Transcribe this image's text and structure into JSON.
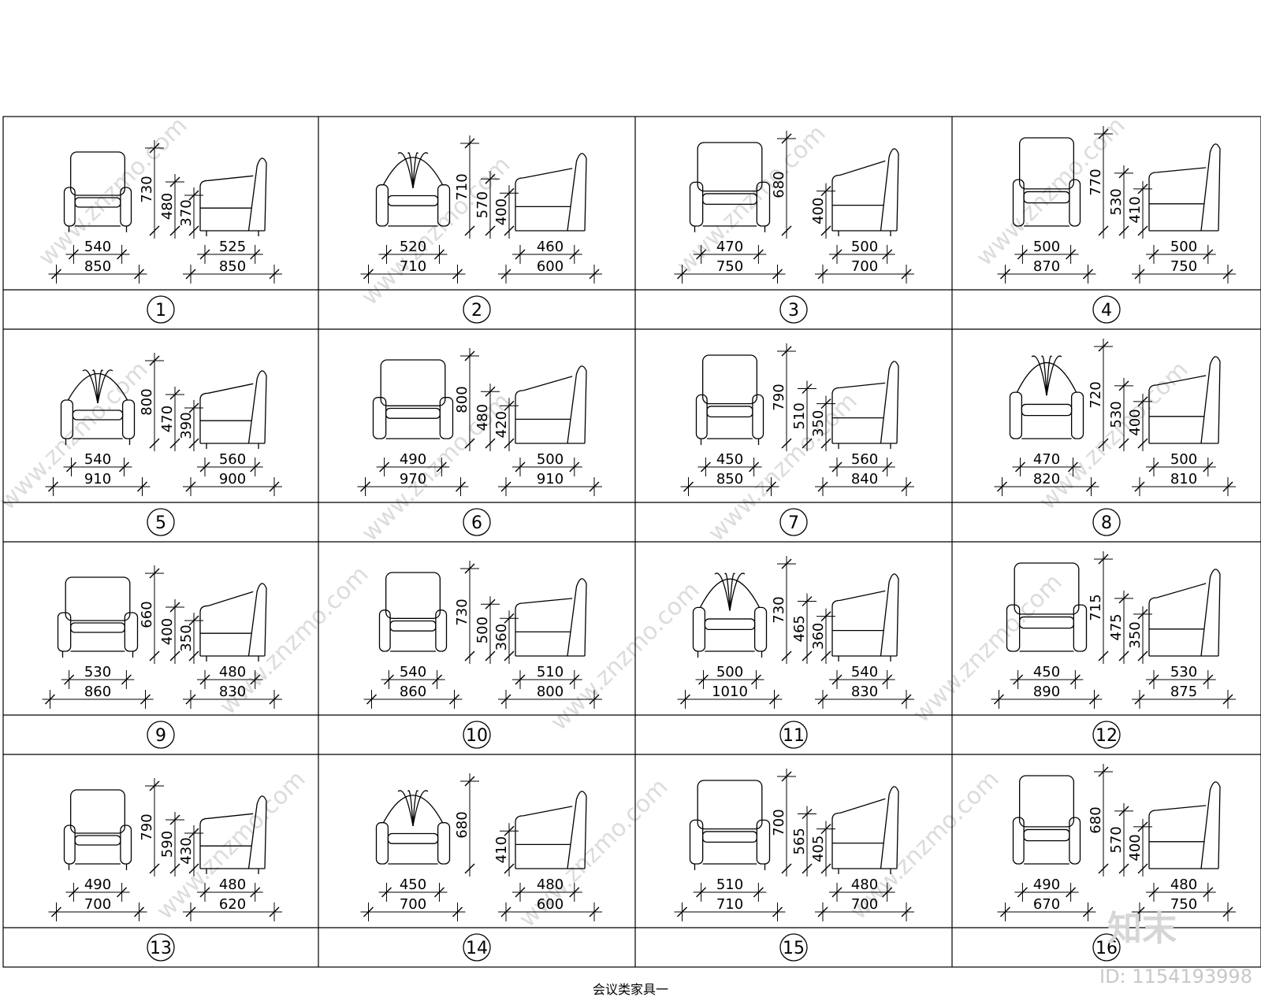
{
  "caption": "会议类家具一",
  "watermark": {
    "site": "www.znzmo.com",
    "brand": "知末",
    "id": "ID: 1154193998"
  },
  "cells": [
    {
      "number": "1",
      "heights": [
        "730",
        "480",
        "370"
      ],
      "front": [
        "540",
        "850"
      ],
      "side": [
        "525",
        "850"
      ]
    },
    {
      "number": "2",
      "heights": [
        "710",
        "570",
        "400"
      ],
      "front": [
        "520",
        "710"
      ],
      "side": [
        "460",
        "600"
      ]
    },
    {
      "number": "3",
      "heights": [
        "680",
        "400"
      ],
      "front": [
        "470",
        "750"
      ],
      "side": [
        "500",
        "700"
      ]
    },
    {
      "number": "4",
      "heights": [
        "770",
        "530",
        "410"
      ],
      "front": [
        "500",
        "870"
      ],
      "side": [
        "500",
        "750"
      ]
    },
    {
      "number": "5",
      "heights": [
        "800",
        "470",
        "390"
      ],
      "front": [
        "540",
        "910"
      ],
      "side": [
        "560",
        "900"
      ]
    },
    {
      "number": "6",
      "heights": [
        "800",
        "480",
        "420"
      ],
      "front": [
        "490",
        "970"
      ],
      "side": [
        "500",
        "910"
      ]
    },
    {
      "number": "7",
      "heights": [
        "790",
        "510",
        "350"
      ],
      "front": [
        "450",
        "850"
      ],
      "side": [
        "560",
        "840"
      ]
    },
    {
      "number": "8",
      "heights": [
        "720",
        "530",
        "400"
      ],
      "front": [
        "470",
        "820"
      ],
      "side": [
        "500",
        "810"
      ]
    },
    {
      "number": "9",
      "heights": [
        "660",
        "400",
        "350"
      ],
      "front": [
        "530",
        "860"
      ],
      "side": [
        "480",
        "830"
      ]
    },
    {
      "number": "10",
      "heights": [
        "730",
        "500",
        "360"
      ],
      "front": [
        "540",
        "860"
      ],
      "side": [
        "510",
        "800"
      ]
    },
    {
      "number": "11",
      "heights": [
        "730",
        "465",
        "360"
      ],
      "front": [
        "500",
        "1010"
      ],
      "side": [
        "540",
        "830"
      ]
    },
    {
      "number": "12",
      "heights": [
        "715",
        "475",
        "350"
      ],
      "front": [
        "450",
        "890"
      ],
      "side": [
        "530",
        "875"
      ]
    },
    {
      "number": "13",
      "heights": [
        "790",
        "590",
        "430"
      ],
      "front": [
        "490",
        "700"
      ],
      "side": [
        "480",
        "620"
      ]
    },
    {
      "number": "14",
      "heights": [
        "680",
        "410"
      ],
      "front": [
        "450",
        "700"
      ],
      "side": [
        "480",
        "600"
      ]
    },
    {
      "number": "15",
      "heights": [
        "700",
        "565",
        "405"
      ],
      "front": [
        "510",
        "710"
      ],
      "side": [
        "480",
        "700"
      ]
    },
    {
      "number": "16",
      "heights": [
        "680",
        "570",
        "400"
      ],
      "front": [
        "490",
        "670"
      ],
      "side": [
        "480",
        "750"
      ]
    }
  ]
}
